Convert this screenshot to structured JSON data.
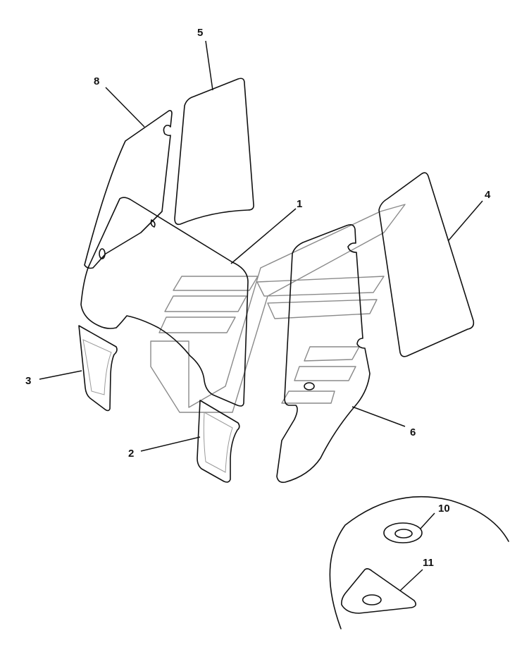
{
  "callouts": [
    {
      "id": "1",
      "label": "1"
    },
    {
      "id": "2",
      "label": "2"
    },
    {
      "id": "3",
      "label": "3"
    },
    {
      "id": "4",
      "label": "4"
    },
    {
      "id": "5",
      "label": "5"
    },
    {
      "id": "6",
      "label": "6"
    },
    {
      "id": "8",
      "label": "8"
    },
    {
      "id": "10",
      "label": "10"
    },
    {
      "id": "11",
      "label": "11"
    }
  ]
}
